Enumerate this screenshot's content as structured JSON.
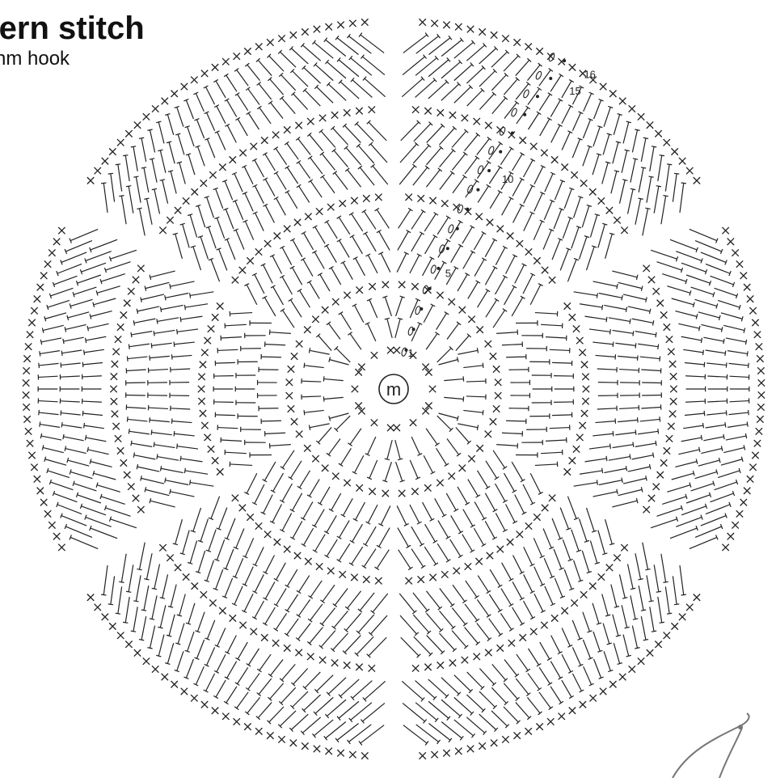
{
  "header": {
    "title": "ttern stitch",
    "subtitle": "nm hook"
  },
  "diagram": {
    "center_marker": "m",
    "round_labels": [
      "1",
      "5",
      "10",
      "15",
      "16"
    ],
    "rounds": 16,
    "sectors": 6,
    "stroke_color": "#222222",
    "hook_color": "#777777",
    "stitch_icons": [
      "cross-stitch-icon",
      "tall-stitch-icon",
      "chain-icon",
      "slip-dot-icon"
    ]
  }
}
